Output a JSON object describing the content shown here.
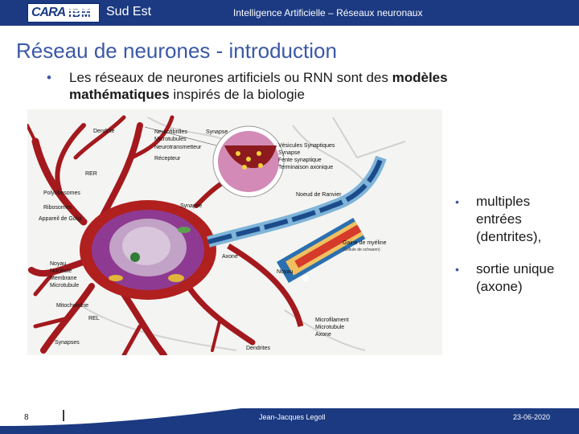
{
  "header": {
    "logo_cara": "CARA",
    "logo_ibm": "IBM",
    "subtitle": "Sud Est",
    "title": "Intelligence Artificielle – Réseaux neuronaux",
    "background": "#1b3a82"
  },
  "slide": {
    "title": "Réseau de neurones - introduction",
    "bullet_intro": "Les réseaux de neurones artificiels ou RNN sont des ",
    "bullet_bold": "modèles mathématiques",
    "bullet_end": " inspirés de la biologie",
    "side_bullets": [
      "multiples entrées (dentrites),",
      "sortie unique (axone)"
    ],
    "accent_color": "#3b58a6",
    "bullet_symbol": "•"
  },
  "diagram": {
    "labels": {
      "dendrite_top": "Dendrite",
      "neurofibrilles": "Neurofibrilles",
      "microtubules": "Microtubules",
      "neurotransmetteur": "Neurotransmetteur",
      "recepteur": "Récepteur",
      "synapse_top": "Synapse",
      "vesicules": "Vésicules Synaptiques",
      "synapse_axo": "Synapse",
      "fente": "Fente synaptique",
      "terminaison": "Terminaison axonique",
      "rer": "RER",
      "polyribosomes": "Polyribosomes",
      "ribosomes": "Ribosomes",
      "golgi": "Appareil de Golgi",
      "synapse_mid": "Synapse",
      "noeud": "Noeud de Ranvier",
      "noyau": "Noyau",
      "nucleole": "Nucléole",
      "membrane": "Membrane",
      "microtubule_left": "Microtubule",
      "axone": "Axone",
      "gaine": "Gaine de myéline",
      "gaine_sub": "(Cellule de schwann)",
      "noyau_right": "Noyau",
      "mitochondrie": "Mitochondrie",
      "rel": "REL",
      "synapses_bottom": "Synapses",
      "microfilament": "Microfilament",
      "microtubule_right": "Microtubule",
      "axone_right": "Axone",
      "dendrites": "Dendrites"
    }
  },
  "footer": {
    "page_number": "8",
    "author": "Jean-Jacques Legoll",
    "date": "23-06-2020"
  }
}
